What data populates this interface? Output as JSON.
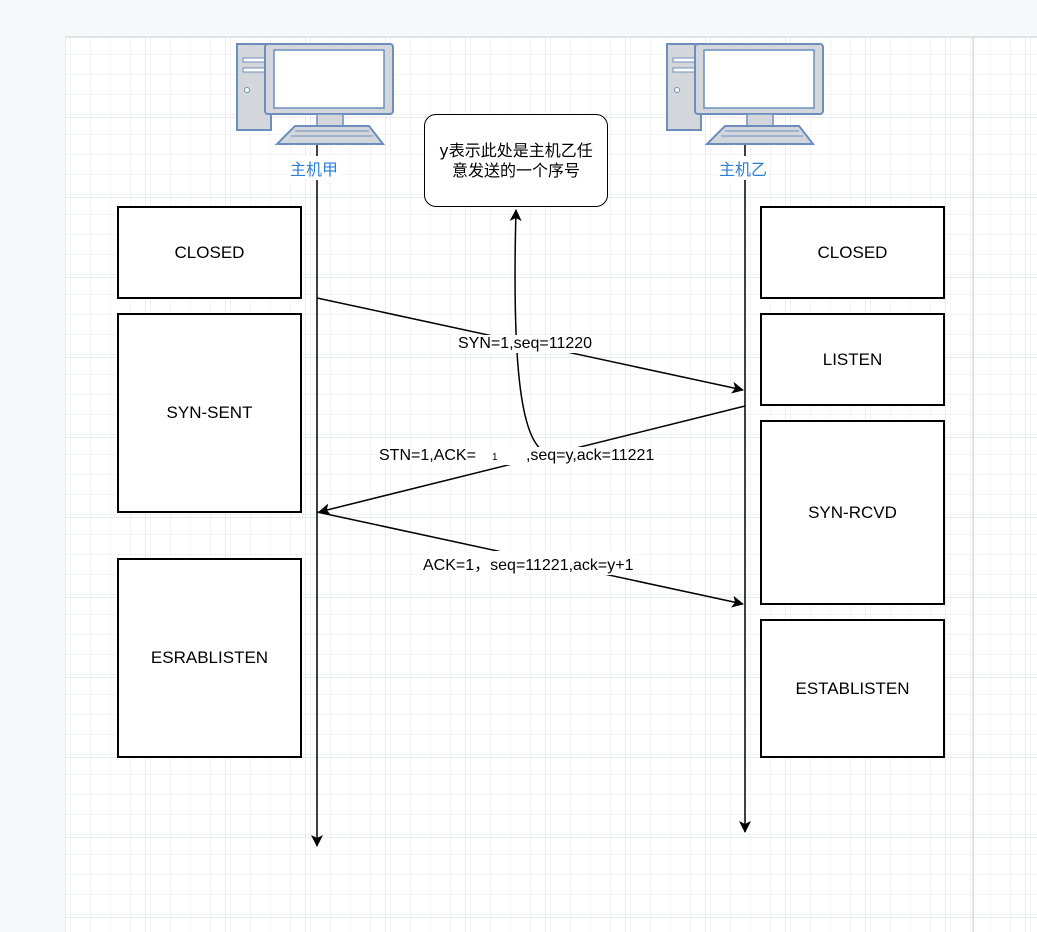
{
  "hosts": {
    "a": {
      "label": "主机甲",
      "icon": "computer-icon"
    },
    "b": {
      "label": "主机乙",
      "icon": "computer-icon"
    }
  },
  "note": {
    "line1": "y表示此处是主机乙任",
    "line2": "意发送的一个序号"
  },
  "states_a": [
    "CLOSED",
    "SYN-SENT",
    "ESRABLISTEN"
  ],
  "states_b": [
    "CLOSED",
    "LISTEN",
    "SYN-RCVD",
    "ESTABLISTEN"
  ],
  "messages": {
    "syn": "SYN=1,seq=11220",
    "syn_ack_part1": "STN=1,ACK=",
    "syn_ack_fragment": "1",
    "syn_ack_part2": ",seq=y,ack=11221",
    "ack": "ACK=1，seq=11221,ack=y+1"
  },
  "colors": {
    "grid": "#dfe3e8",
    "lines": "#000000",
    "host_label": "#2b7fd1",
    "computer_frame": "#6c8ebf",
    "computer_fill": "#d3d6da"
  }
}
